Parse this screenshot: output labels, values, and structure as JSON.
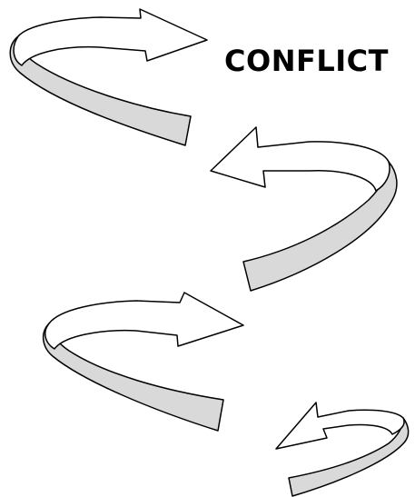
{
  "diagram": {
    "label": "CONFLICT",
    "arrows": [
      {
        "id": "arrow-1",
        "direction": "right",
        "scale": "large"
      },
      {
        "id": "arrow-2",
        "direction": "left",
        "scale": "large"
      },
      {
        "id": "arrow-3",
        "direction": "right",
        "scale": "medium"
      },
      {
        "id": "arrow-4",
        "direction": "left",
        "scale": "small"
      }
    ],
    "colors": {
      "outline": "#000000",
      "ribbon_face": "#ffffff",
      "ribbon_shadow": "#d9d9d9"
    }
  }
}
